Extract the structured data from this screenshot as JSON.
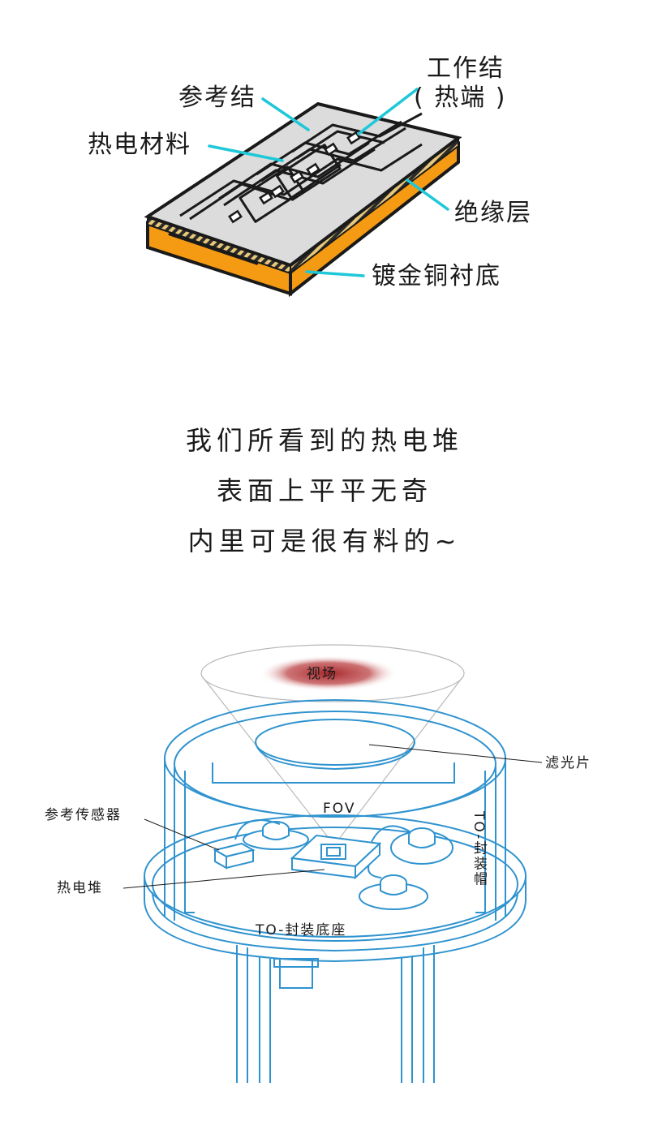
{
  "thermopile_chip": {
    "labels": {
      "hot_junction_line1": "工作结",
      "hot_junction_line2": "( 热端 )",
      "reference_junction": "参考结",
      "thermoelectric_material": "热电材料",
      "insulation_layer": "绝缘层",
      "substrate": "镀金铜衬底"
    },
    "colors": {
      "substrate": "#f59a13",
      "surface": "#dcdcdc",
      "callout": "#1ec8d8",
      "outline": "#1a1a1a"
    }
  },
  "caption": {
    "lines": [
      "我们所看到的热电堆",
      "表面上平平无奇",
      "内里可是很有料的~"
    ]
  },
  "to_package": {
    "labels": {
      "field_of_view": "视场",
      "fov": "FOV",
      "filter": "滤光片",
      "cap": "TO-封装帽",
      "reference_sensor": "参考传感器",
      "thermopile": "热电堆",
      "base": "TO-封装底座"
    },
    "colors": {
      "line": "#2f93cf",
      "hotspot": "#a8282c",
      "leader": "#1a1a1a"
    }
  }
}
